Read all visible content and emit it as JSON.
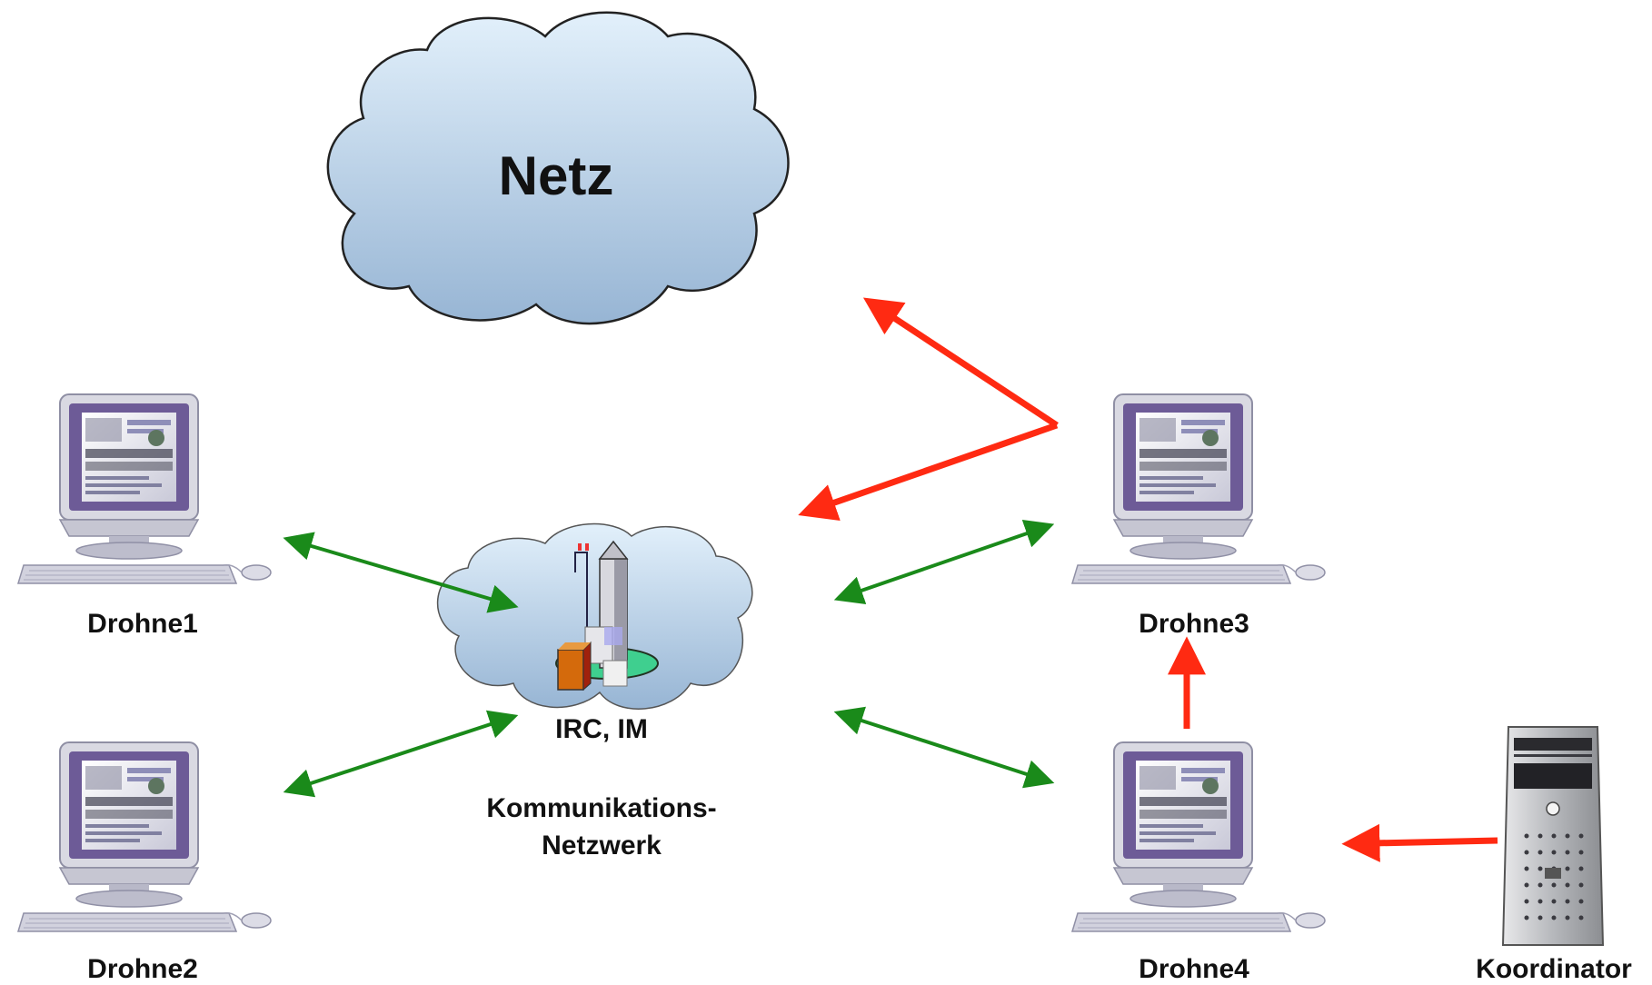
{
  "cloud_top": {
    "label": "Netz"
  },
  "cloud_center": {
    "label": "IRC, IM",
    "caption_line1": "Kommunikations-",
    "caption_line2": "Netzwerk"
  },
  "nodes": {
    "drone1": {
      "label": "Drohne1",
      "icon": "computer-icon"
    },
    "drone2": {
      "label": "Drohne2",
      "icon": "computer-icon"
    },
    "drone3": {
      "label": "Drohne3",
      "icon": "computer-icon"
    },
    "drone4": {
      "label": "Drohne4",
      "icon": "computer-icon"
    },
    "coordinator": {
      "label": "Koordinator",
      "icon": "server-tower-icon"
    }
  },
  "colors": {
    "attack_arrow": "#ff2a12",
    "comm_arrow": "#1a8a1a",
    "cloud_fill_top": "#dfeefa",
    "cloud_fill_bottom": "#9ab8d6",
    "cloud_stroke": "#222222"
  }
}
